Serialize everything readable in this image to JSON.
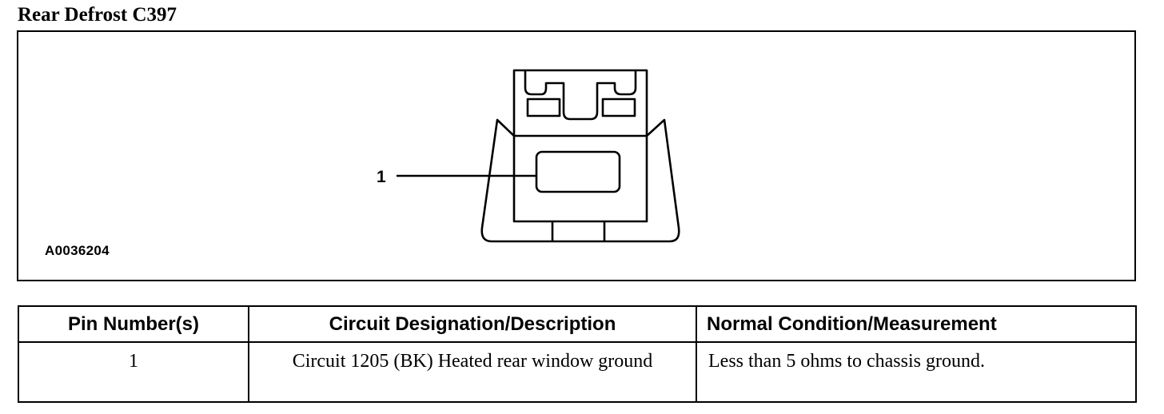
{
  "title": "Rear Defrost C397",
  "figure": {
    "callout_label": "1",
    "figure_id": "A0036204"
  },
  "table": {
    "headers": [
      "Pin Number(s)",
      "Circuit Designation/Description",
      "Normal Condition/Measurement"
    ],
    "rows": [
      {
        "pin": "1",
        "circuit": "Circuit 1205 (BK) Heated rear window ground",
        "measurement": "Less than 5 ohms to chassis ground."
      }
    ]
  }
}
